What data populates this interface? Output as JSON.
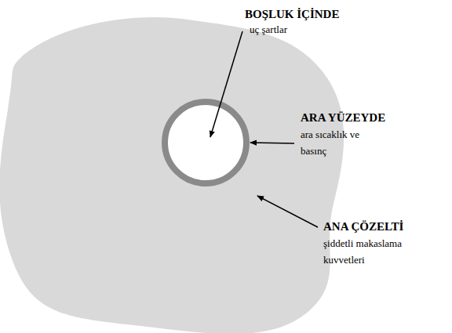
{
  "diagram": {
    "labels": [
      "BOŞLUK İÇİNDE",
      "uç şartlar",
      "ARA YÜZEYDE",
      "ara sıcaklık ve basınç",
      "ANA ÇÖZELTİ",
      "şiddetli makaslama kuvvetleri"
    ]
  }
}
